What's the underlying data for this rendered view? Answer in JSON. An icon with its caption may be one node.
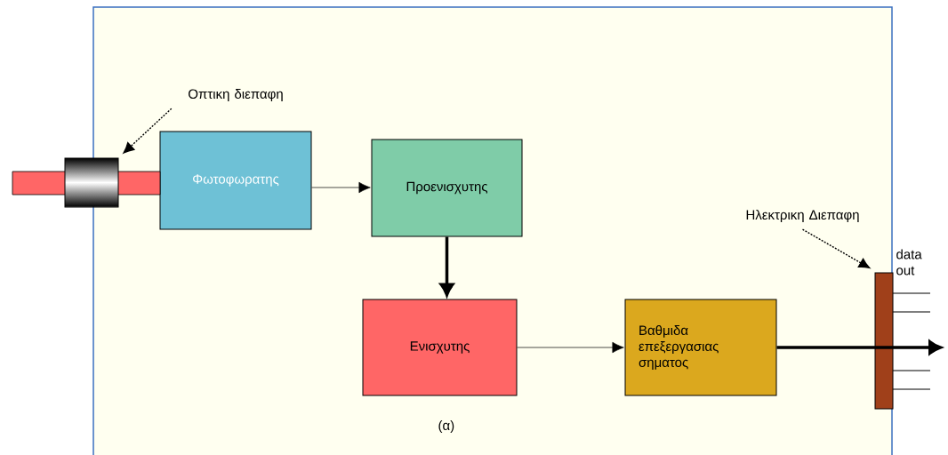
{
  "diagram": {
    "nodes": [
      {
        "text": [
          "Φωτοφωρατης"
        ]
      },
      {
        "text": [
          "Προενισχυτης"
        ]
      },
      {
        "text": [
          "Ενισχυτης"
        ]
      },
      {
        "text": [
          "Βαθμιδα επεξεργασιας σηματος"
        ]
      },
      {
        "text": [],
        "shape": "cylinder"
      },
      {
        "text": [
          "Οπτικη διεπαφη"
        ]
      },
      {
        "text": [],
        "shape": "bar"
      },
      {
        "text": [
          "Ηλεκτρικη Διεπαφη"
        ]
      }
    ],
    "edges": [
      {
        "from": 0,
        "to": 1,
        "arrow": "to"
      },
      {
        "from": 1,
        "to": 2,
        "arrow": "to",
        "style": "thick"
      },
      {
        "from": 2,
        "to": 3,
        "arrow": "to"
      },
      {
        "from": 3,
        "to": null,
        "arrow": "to",
        "style": "thick"
      },
      {
        "from": 5,
        "to": 4,
        "arrow": "to",
        "style": "dashed"
      },
      {
        "from": 7,
        "to": 6,
        "arrow": "to",
        "style": "dashed"
      }
    ],
    "labels": [
      "data out",
      "(α)"
    ]
  }
}
